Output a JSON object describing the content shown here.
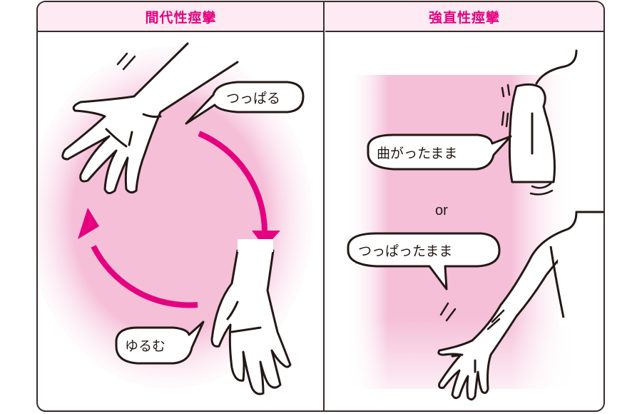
{
  "panels": {
    "left": {
      "title": "間代性痙攣",
      "bubbles": {
        "pull": "つっぱる",
        "relax": "ゆるむ"
      },
      "illustration": [
        "hand-stretched",
        "hand-relaxed",
        "arrow-clockwise-top",
        "arrow-clockwise-bottom"
      ]
    },
    "right": {
      "title": "強直性痙攣",
      "bubbles": {
        "bent": "曲がったまま",
        "stretched": "つっぱったまま"
      },
      "connector": "or",
      "illustration": [
        "arm-bent",
        "arm-stretched"
      ]
    }
  },
  "colors": {
    "accent": "#e4007f",
    "header_bg": "#fdeaf2",
    "glow": "#f5bfd8",
    "line": "#231815",
    "frame": "#3a2a2a"
  }
}
